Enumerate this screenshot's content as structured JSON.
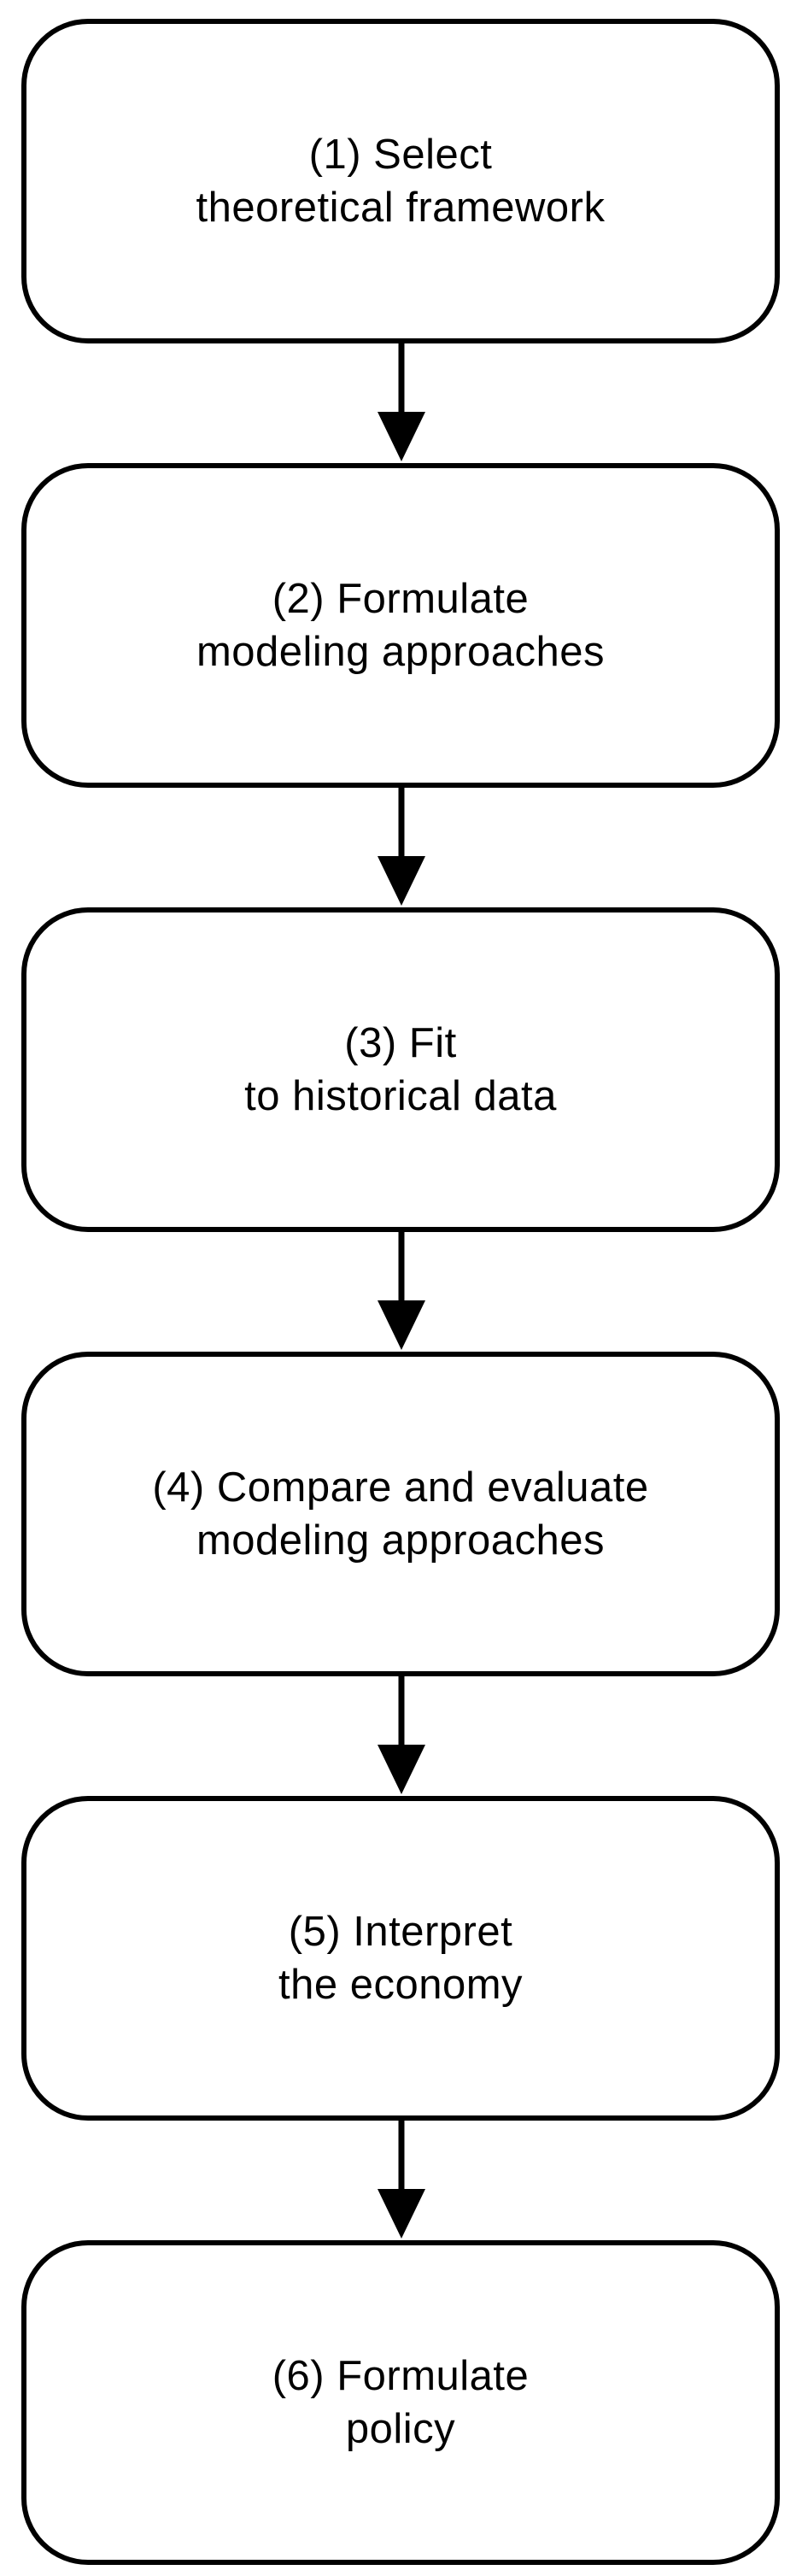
{
  "steps": [
    {
      "line1": "(1) Select",
      "line2": "theoretical  framework"
    },
    {
      "line1": "(2) Formulate",
      "line2": "modeling  approaches"
    },
    {
      "line1": "(3) Fit",
      "line2": "to historical  data"
    },
    {
      "line1": "(4) Compare  and evaluate",
      "line2": "modeling  approaches"
    },
    {
      "line1": "(5) Interpret",
      "line2": "the economy"
    },
    {
      "line1": "(6) Formulate",
      "line2": "policy"
    }
  ],
  "colors": {
    "stroke": "#000000",
    "background": "#ffffff",
    "text": "#000000"
  }
}
